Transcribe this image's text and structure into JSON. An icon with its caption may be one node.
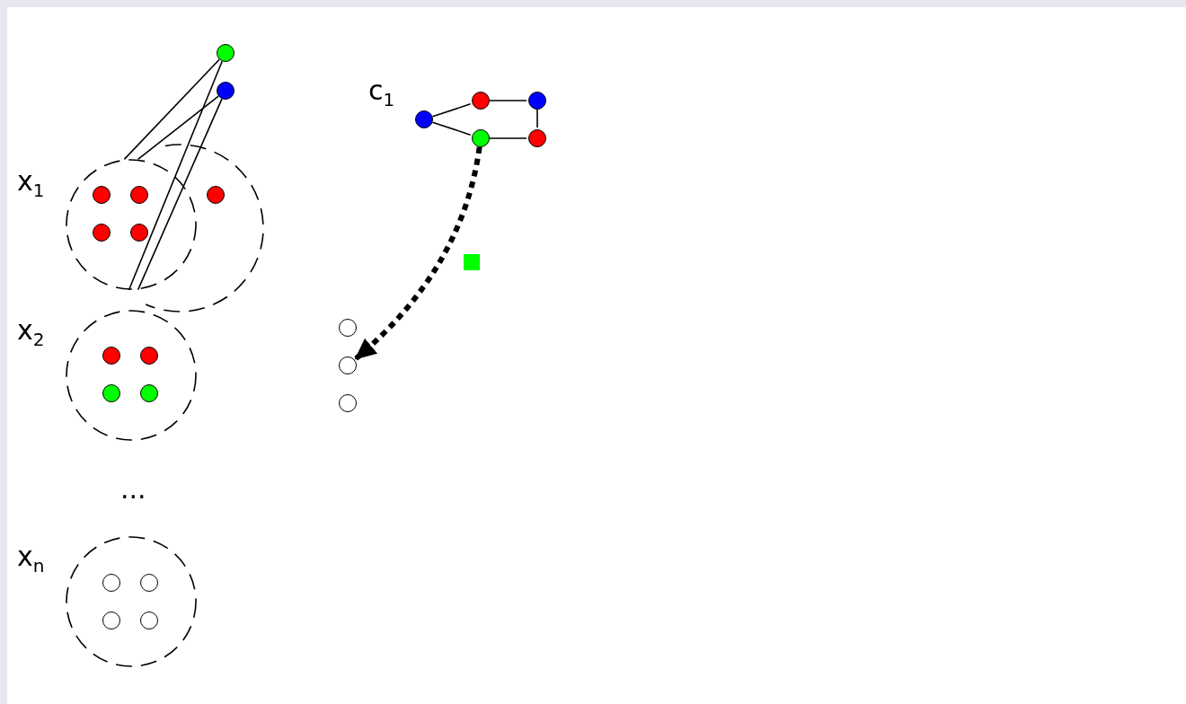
{
  "diagram": {
    "nodes": [
      {
        "text": [],
        "shape": "circle"
      },
      {
        "text": [],
        "shape": "circle"
      },
      {
        "text": [],
        "shape": "circle"
      },
      {
        "text": [],
        "shape": "circle"
      },
      {
        "text": [],
        "shape": "circle"
      },
      {
        "text": [],
        "shape": "circle"
      },
      {
        "text": [],
        "shape": "circle"
      },
      {
        "text": [
          "x$_{1}$"
        ]
      },
      {
        "text": [],
        "shape": "circle",
        "in": 7
      },
      {
        "text": [],
        "shape": "circle",
        "in": 7
      },
      {
        "text": [],
        "shape": "circle",
        "in": 7
      },
      {
        "text": [],
        "shape": "circle",
        "in": 7
      },
      {
        "text": [],
        "shape": "circle"
      },
      {
        "text": [],
        "shape": "circle",
        "in": 12
      },
      {
        "text": [
          "x$_{2}$"
        ]
      },
      {
        "text": [],
        "shape": "circle",
        "in": 14
      },
      {
        "text": [],
        "shape": "circle",
        "in": 14
      },
      {
        "text": [],
        "shape": "circle",
        "in": 14
      },
      {
        "text": [],
        "shape": "circle",
        "in": 14
      },
      {
        "text": [
          "x$_{n}$"
        ]
      },
      {
        "text": [],
        "shape": "circle",
        "in": 19
      },
      {
        "text": [],
        "shape": "circle",
        "in": 19
      },
      {
        "text": [],
        "shape": "circle",
        "in": 19
      },
      {
        "text": [],
        "shape": "circle",
        "in": 19
      },
      {
        "text": [],
        "shape": "circle"
      },
      {
        "text": [],
        "shape": "circle"
      },
      {
        "text": [],
        "shape": "circle"
      }
    ],
    "edges": [
      {
        "from": 0,
        "to": 7,
        "arrow": "none"
      },
      {
        "from": 1,
        "to": 7,
        "arrow": "none"
      },
      {
        "from": 0,
        "to": 7,
        "arrow": "none"
      },
      {
        "from": 1,
        "to": 7,
        "arrow": "none"
      },
      {
        "from": 2,
        "to": 3,
        "arrow": "none"
      },
      {
        "from": 2,
        "to": 5,
        "arrow": "none"
      },
      {
        "from": 3,
        "to": 4,
        "arrow": "none"
      },
      {
        "from": 4,
        "to": 6,
        "arrow": "none"
      },
      {
        "from": 5,
        "to": 6,
        "arrow": "none"
      },
      {
        "from": 5,
        "to": 25,
        "arrow": "to",
        "style": "dashed"
      }
    ],
    "labels": [
      "c$_{1}$",
      "..."
    ]
  }
}
